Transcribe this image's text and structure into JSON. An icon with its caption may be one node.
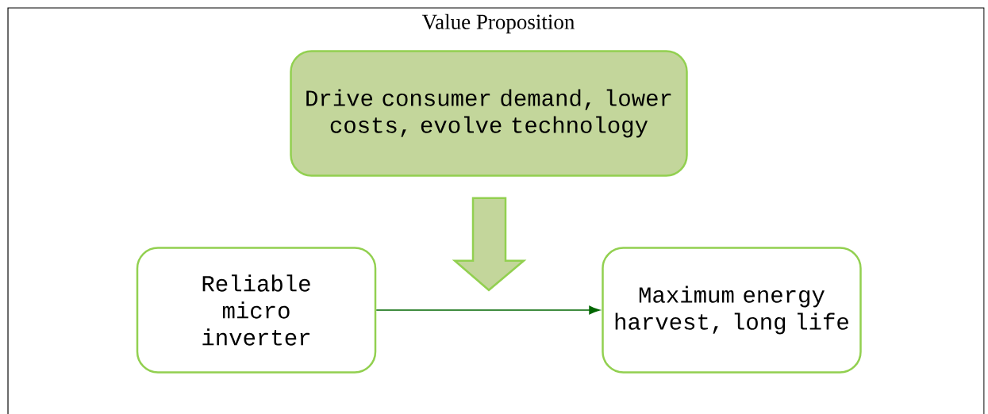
{
  "diagram": {
    "title": "Value Proposition",
    "nodes": [
      {
        "text": [
          "Drive consumer demand, lower costs, evolve technology"
        ]
      },
      {
        "text": [
          "Reliable micro inverter"
        ]
      },
      {
        "text": [
          "Maximum energy harvest, long life"
        ]
      }
    ],
    "edges": [
      {
        "from": 0,
        "to": null,
        "arrow": "to",
        "style": "thick"
      },
      {
        "from": 1,
        "to": 2,
        "arrow": "to",
        "color": "#006600"
      }
    ]
  }
}
